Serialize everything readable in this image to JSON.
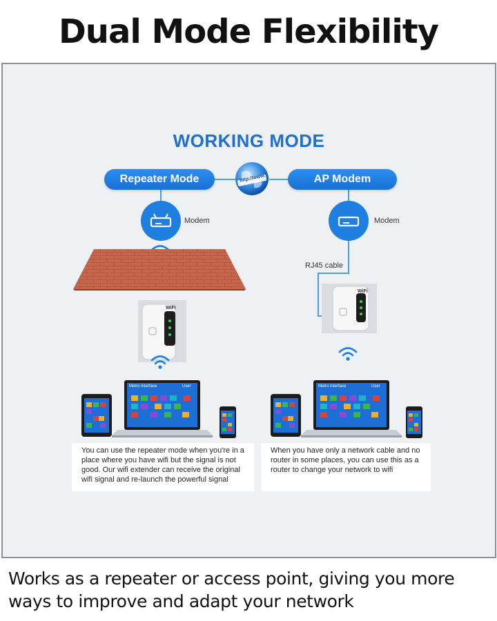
{
  "headline": "Dual Mode Flexibility",
  "diagram": {
    "title": "WORKING MODE",
    "globe_text": "http://www.",
    "left": {
      "mode": "Repeater Mode",
      "modem_label": "Modem",
      "description": "You can use the repeater mode when you're in a place where you have wifi but the signal is not good. Our wifi extender can receive the original wifi signal and re-launch the powerful signal"
    },
    "right": {
      "mode": "AP Modem",
      "modem_label": "Modem",
      "cable_label": "RJ45 cable",
      "description": "When you have only a network cable and no router in some places, you can use this as a router to change your network to wifi"
    },
    "device": {
      "brand": "WiFi",
      "screen_title": "Metro Interface",
      "screen_user": "User"
    },
    "colors": {
      "accent": "#1f7fe0",
      "title": "#1f6fd1",
      "brick": "#b5563d",
      "panel": "#eef1f4"
    },
    "icons": [
      "globe-icon",
      "modem-icon",
      "wifi-signal-icon",
      "wifi-extender",
      "laptop",
      "tablet",
      "phone"
    ]
  },
  "footer": "Works as a repeater or access point, giving you more ways to improve and adapt your network"
}
